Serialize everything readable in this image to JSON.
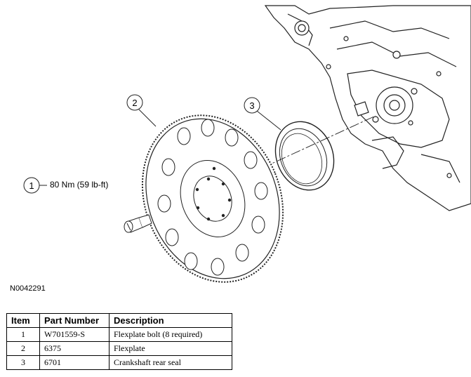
{
  "callouts": [
    {
      "num": "1",
      "text": "80 Nm (59 lb-ft)"
    },
    {
      "num": "2",
      "text": ""
    },
    {
      "num": "3",
      "text": ""
    }
  ],
  "figure_id": "N0042291",
  "table": {
    "headers": [
      "Item",
      "Part Number",
      "Description"
    ],
    "rows": [
      {
        "item": "1",
        "part": "W701559-S",
        "desc": "Flexplate bolt (8 required)"
      },
      {
        "item": "2",
        "part": "6375",
        "desc": "Flexplate"
      },
      {
        "item": "3",
        "part": "6701",
        "desc": "Crankshaft rear seal"
      }
    ]
  }
}
